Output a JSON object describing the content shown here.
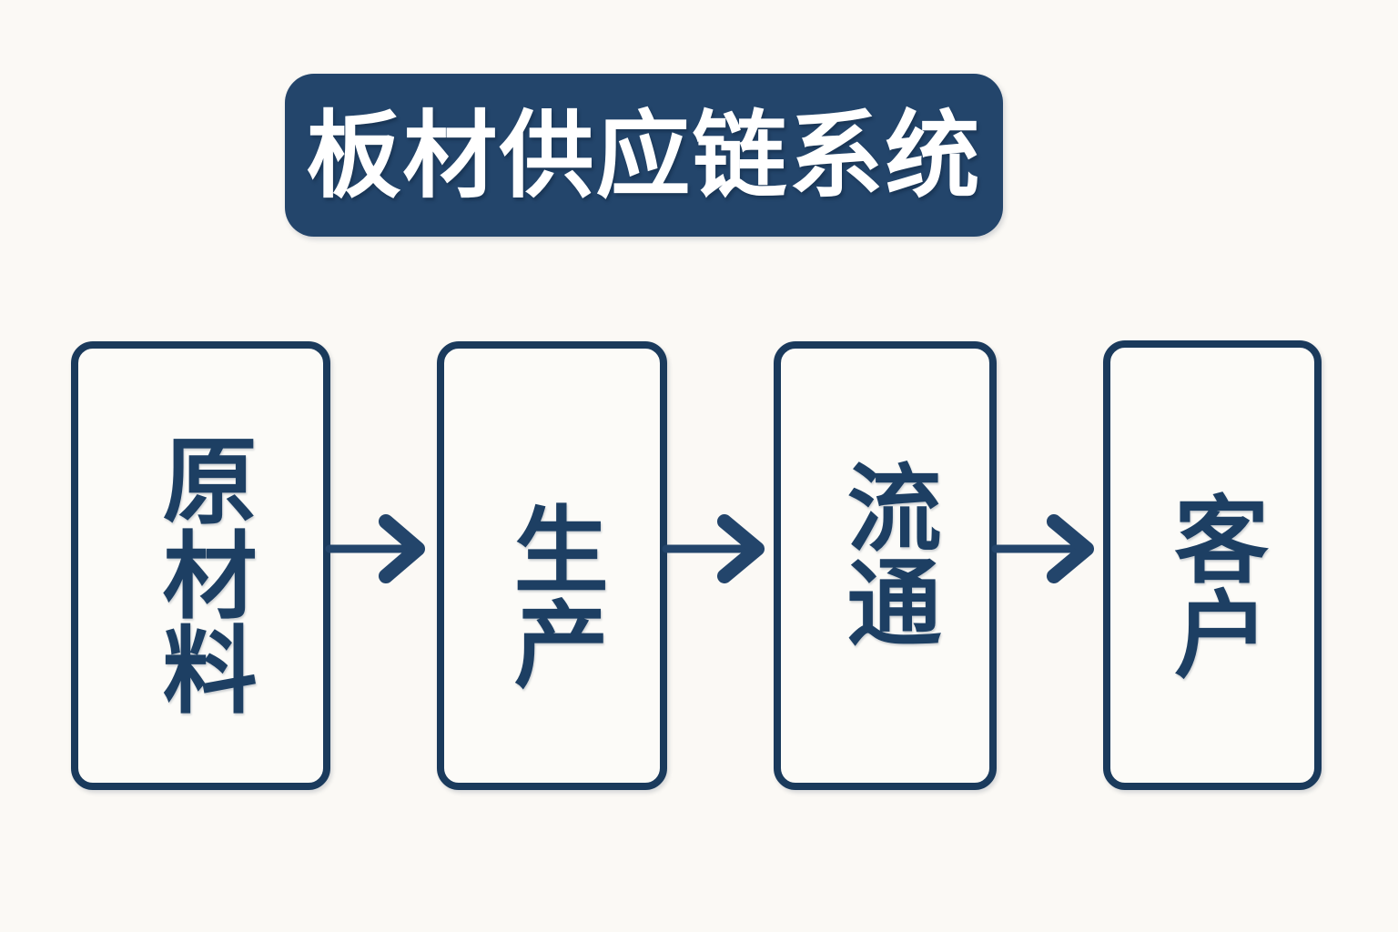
{
  "page": {
    "background_color": "#fbf9f5",
    "accent_color": "#23456b",
    "outline_color": "#1a3a5c",
    "text_color": "#1d3f63"
  },
  "header": {
    "title": "板材供应链系统"
  },
  "flow": {
    "stages": [
      {
        "id": "raw-material",
        "label": "原材料"
      },
      {
        "id": "production",
        "label": "生产"
      },
      {
        "id": "distribution",
        "label": "流通"
      },
      {
        "id": "customer",
        "label": "客户"
      }
    ],
    "connectors": [
      {
        "id": "arrow-1",
        "from": "raw-material",
        "to": "production",
        "icon": "arrow-right-icon"
      },
      {
        "id": "arrow-2",
        "from": "production",
        "to": "distribution",
        "icon": "arrow-right-icon"
      },
      {
        "id": "arrow-3",
        "from": "distribution",
        "to": "customer",
        "icon": "arrow-right-icon"
      }
    ]
  }
}
